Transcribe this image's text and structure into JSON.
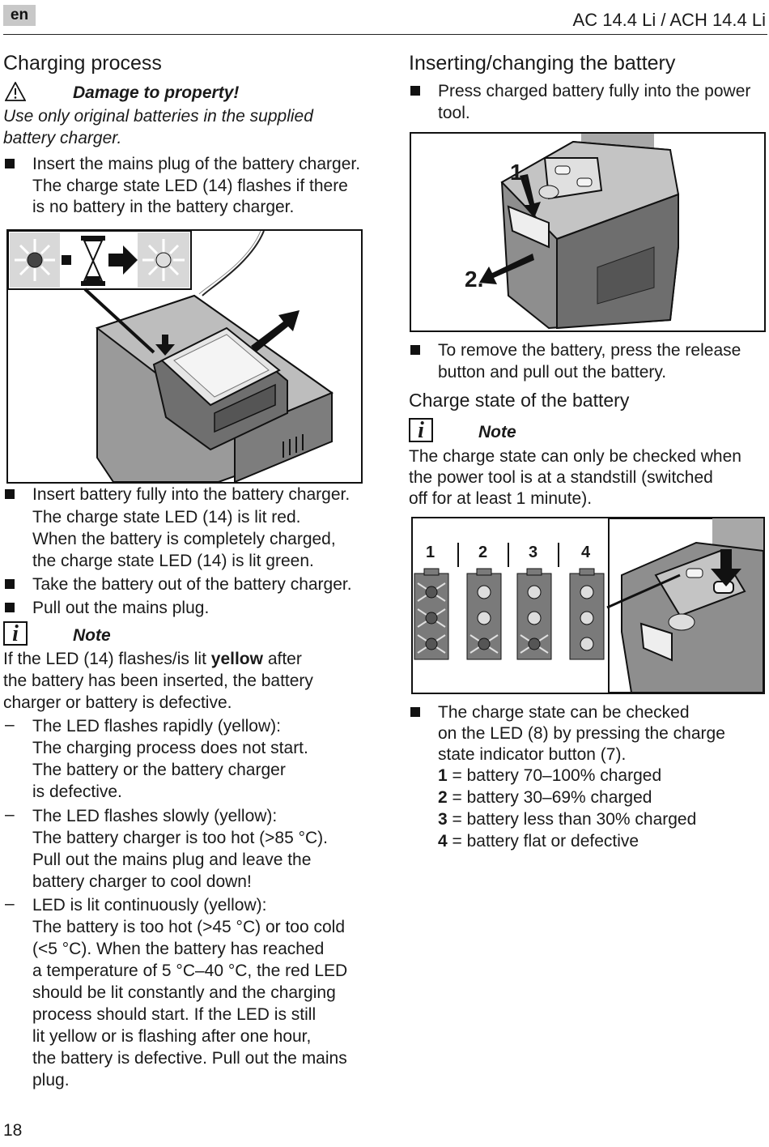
{
  "header": {
    "lang": "en",
    "model": "AC 14.4 Li / ACH 14.4 Li"
  },
  "left": {
    "title": "Charging process",
    "warning_title": "Damage to property!",
    "warning_text_1": "Use only original batteries in the supplied",
    "warning_text_2": "battery charger.",
    "b1": [
      "Insert the mains plug of the battery charger.",
      "The charge state LED (14) flashes if there",
      "is no battery in the battery charger."
    ],
    "b2": [
      "Insert battery fully into the battery charger.",
      "The charge state LED (14) is lit red.",
      "When the battery is completely charged,",
      "the charge state LED (14) is lit green."
    ],
    "b3": "Take the battery out of the battery charger.",
    "b4": "Pull out the mains plug.",
    "note_label": "Note",
    "note_1a": "If the LED (14) flashes/is lit ",
    "note_1b": "yellow",
    "note_1c": " after",
    "note_2": "the battery has been inserted, the battery",
    "note_3": "charger or battery is defective.",
    "d1": [
      "The LED flashes rapidly (yellow):",
      "The charging process does not start.",
      "The battery or the battery charger",
      "is defective."
    ],
    "d2": [
      "The LED flashes slowly (yellow):",
      "The battery charger is too hot (>85 °C).",
      "Pull out the mains plug and leave the",
      "battery charger to cool down!"
    ],
    "d3": [
      "LED is lit continuously (yellow):",
      "The battery is too hot (>45 °C) or too cold",
      "(<5 °C). When the battery has reached",
      "a temperature of 5 °C–40 °C, the red LED",
      "should be lit constantly and the charging",
      "process should start. If the LED is still",
      "lit yellow or is flashing after one hour,",
      "the battery is defective. Pull out the mains",
      "plug."
    ],
    "dash": "–"
  },
  "right": {
    "title": "Inserting/changing the battery",
    "b1": [
      "Press charged battery fully into the power",
      "tool."
    ],
    "fig_step1": "1.",
    "fig_step2": "2.",
    "b2": [
      "To remove the battery, press the release",
      "button and pull out the battery."
    ],
    "subtitle": "Charge state of the battery",
    "note_label": "Note",
    "note": [
      "The charge state can only be checked when",
      "the power tool is at a standstill (switched",
      "off for at least 1 minute)."
    ],
    "levels": [
      "1",
      "2",
      "3",
      "4"
    ],
    "b3": [
      "The charge state can be checked",
      "on the LED (8) by pressing the charge",
      "state indicator button (7)."
    ],
    "legend": [
      {
        "num": "1",
        "text": " = battery 70–100% charged"
      },
      {
        "num": "2",
        "text": " = battery 30–69% charged"
      },
      {
        "num": "3",
        "text": " = battery less than 30% charged"
      },
      {
        "num": "4",
        "text": " = battery flat or defective"
      }
    ]
  },
  "footer": {
    "page": "18"
  }
}
